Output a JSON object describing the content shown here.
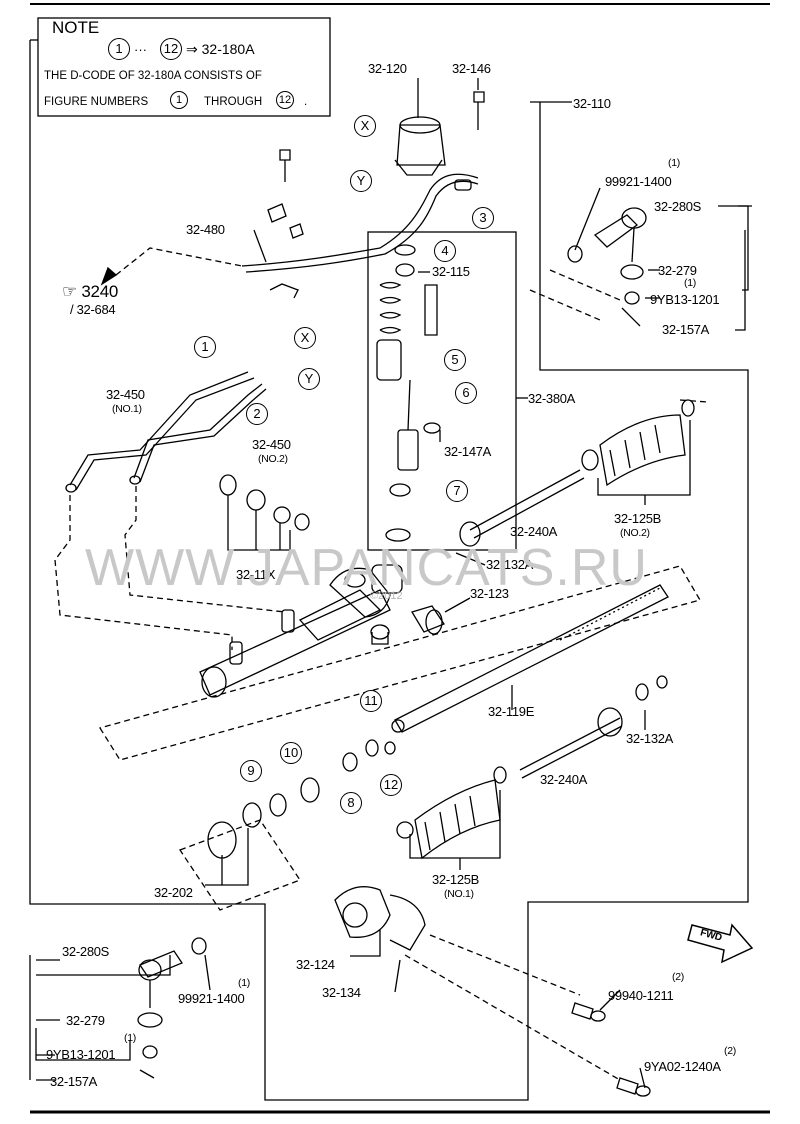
{
  "note": {
    "title": "NOTE",
    "range_start": "1",
    "range_end": "12",
    "arrow_target": "⇒ 32-180A",
    "dots": "···",
    "line2": "THE D-CODE OF 32-180A CONSISTS OF",
    "line3_a": "FIGURE NUMBERS",
    "line3_b": "THROUGH",
    "line3_c": ".",
    "num1": "1",
    "num12": "12"
  },
  "ref": {
    "page": "3240",
    "sub": "/ 32-684"
  },
  "watermark": "WWW.JAPANCATS.RU",
  "copyright": "©2012",
  "fwd_label": "FWD",
  "parts": [
    {
      "id": "p1",
      "text": "32-120"
    },
    {
      "id": "p2",
      "text": "32-146"
    },
    {
      "id": "p3",
      "text": "32-110"
    },
    {
      "id": "p4",
      "text": "99921-1400"
    },
    {
      "id": "p5",
      "text": "32-280S"
    },
    {
      "id": "p6",
      "text": "32-279"
    },
    {
      "id": "p7",
      "text": "9YB13-1201"
    },
    {
      "id": "p8",
      "text": "32-157A"
    },
    {
      "id": "p9",
      "text": "32-480"
    },
    {
      "id": "p10",
      "text": "32-115"
    },
    {
      "id": "p11",
      "text": "32-450"
    },
    {
      "id": "p12",
      "text": "(NO.1)"
    },
    {
      "id": "p13",
      "text": "32-450"
    },
    {
      "id": "p14",
      "text": "(NO.2)"
    },
    {
      "id": "p15",
      "text": "32-380A"
    },
    {
      "id": "p16",
      "text": "32-147A"
    },
    {
      "id": "p17",
      "text": "32-11X"
    },
    {
      "id": "p18",
      "text": "32-240A"
    },
    {
      "id": "p19",
      "text": "32-125B"
    },
    {
      "id": "p20",
      "text": "(NO.2)"
    },
    {
      "id": "p21",
      "text": "32-132A"
    },
    {
      "id": "p22",
      "text": "32-123"
    },
    {
      "id": "p23",
      "text": "32-119E"
    },
    {
      "id": "p24",
      "text": "32-132A"
    },
    {
      "id": "p25",
      "text": "32-240A"
    },
    {
      "id": "p26",
      "text": "32-202"
    },
    {
      "id": "p27",
      "text": "32-125B"
    },
    {
      "id": "p28",
      "text": "(NO.1)"
    },
    {
      "id": "p29",
      "text": "32-124"
    },
    {
      "id": "p30",
      "text": "32-134"
    },
    {
      "id": "p31",
      "text": "99940-1211"
    },
    {
      "id": "p32",
      "text": "9YA02-1240A"
    },
    {
      "id": "p33",
      "text": "32-280S"
    },
    {
      "id": "p34",
      "text": "99921-1400"
    },
    {
      "id": "p35",
      "text": "32-279"
    },
    {
      "id": "p36",
      "text": "9YB13-1201"
    },
    {
      "id": "p37",
      "text": "32-157A"
    }
  ],
  "qty": [
    {
      "id": "q1",
      "text": "(1)"
    },
    {
      "id": "q2",
      "text": "(1)"
    },
    {
      "id": "q3",
      "text": "(2)"
    },
    {
      "id": "q4",
      "text": "(2)"
    },
    {
      "id": "q5",
      "text": "(1)"
    },
    {
      "id": "q6",
      "text": "(1)"
    }
  ],
  "callouts": [
    {
      "id": "c1",
      "text": "X"
    },
    {
      "id": "c2",
      "text": "Y"
    },
    {
      "id": "c3",
      "text": "3"
    },
    {
      "id": "c4",
      "text": "4"
    },
    {
      "id": "c5",
      "text": "1"
    },
    {
      "id": "c6",
      "text": "X"
    },
    {
      "id": "c7",
      "text": "Y"
    },
    {
      "id": "c8",
      "text": "2"
    },
    {
      "id": "c9",
      "text": "5"
    },
    {
      "id": "c10",
      "text": "6"
    },
    {
      "id": "c11",
      "text": "7"
    },
    {
      "id": "c12",
      "text": "11"
    },
    {
      "id": "c13",
      "text": "9"
    },
    {
      "id": "c14",
      "text": "10"
    },
    {
      "id": "c15",
      "text": "8"
    },
    {
      "id": "c16",
      "text": "12"
    }
  ]
}
